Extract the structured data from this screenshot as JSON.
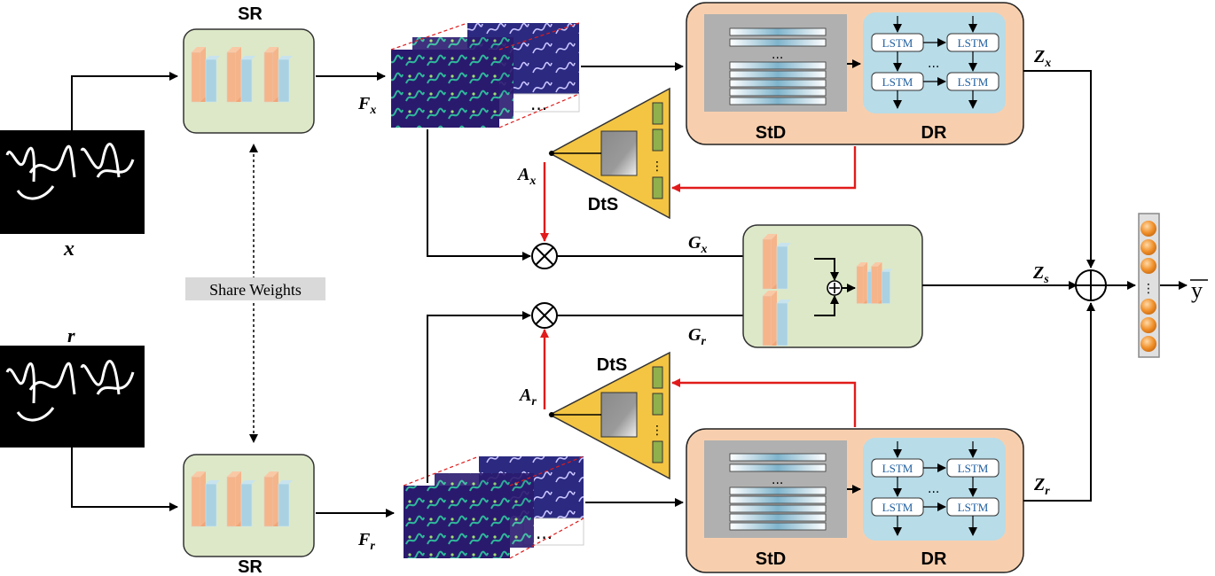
{
  "labels": {
    "sr_top": "SR",
    "sr_bottom": "SR",
    "share_weights": "Share Weights",
    "input_x": "x",
    "input_r": "r",
    "feat_x_main": "F",
    "feat_x_sub": "x",
    "feat_r_main": "F",
    "feat_r_sub": "r",
    "att_x_main": "A",
    "att_x_sub": "x",
    "att_r_main": "A",
    "att_r_sub": "r",
    "dts_top": "DtS",
    "dts_bottom": "DtS",
    "std_top": "StD",
    "std_bottom": "StD",
    "dr_top": "DR",
    "dr_bottom": "DR",
    "lstm": "LSTM",
    "z_x_main": "Z",
    "z_x_sub": "x",
    "z_r_main": "Z",
    "z_r_sub": "r",
    "z_s_main": "Z",
    "z_s_sub": "s",
    "g_x_main": "G",
    "g_x_sub": "x",
    "g_r_main": "G",
    "g_r_sub": "r",
    "output": "y",
    "ellipsis": "...",
    "vdots": "⋮"
  },
  "colors": {
    "sr_box": "#dde8c8",
    "std_panel": "#f8cfae",
    "dr_panel": "#b8dce8",
    "dts_triangle": "#f4c542",
    "red_arrow": "#e11b1b",
    "orange_block": "#f6b48a",
    "blue_block": "#a9d1e2",
    "feature_map": "#2a1a6e",
    "output_ball": "#f0902a"
  }
}
